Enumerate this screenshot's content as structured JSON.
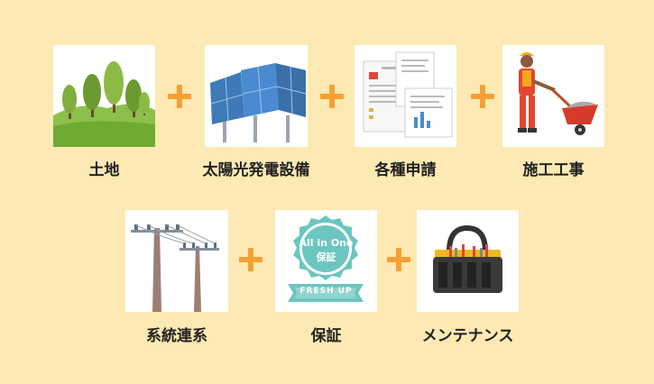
{
  "colors": {
    "background": "#fde9b3",
    "plus": "#f5a033",
    "tile": "#ffffff",
    "text": "#222222"
  },
  "items": [
    {
      "label": "土地",
      "icon": "land-trees-icon"
    },
    {
      "label": "太陽光発電設備",
      "icon": "solar-panel-icon"
    },
    {
      "label": "各種申請",
      "icon": "documents-icon"
    },
    {
      "label": "施工工事",
      "icon": "construction-worker-icon"
    },
    {
      "label": "系統連系",
      "icon": "utility-pole-icon"
    },
    {
      "label": "保証",
      "icon": "warranty-badge-icon",
      "badge": {
        "line1": "All in One",
        "line2": "保証",
        "ribbon": "FRESH UP"
      }
    },
    {
      "label": "メンテナンス",
      "icon": "tool-bag-icon"
    }
  ]
}
